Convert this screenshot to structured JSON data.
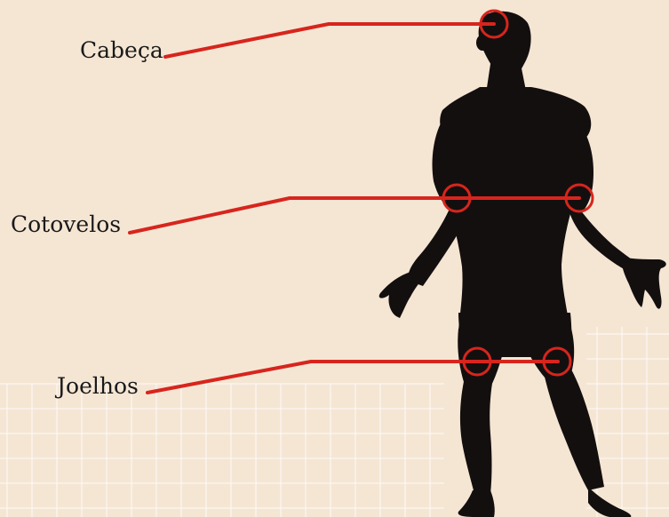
{
  "labels": {
    "head": "Cabeça",
    "elbows": "Cotovelos",
    "knees": "Joelhos"
  },
  "colors": {
    "background": "#f5e6d4",
    "grid": "#ffffff",
    "silhouette": "#140f0f",
    "callout": "#d7251d",
    "text": "#1a1a1a"
  }
}
